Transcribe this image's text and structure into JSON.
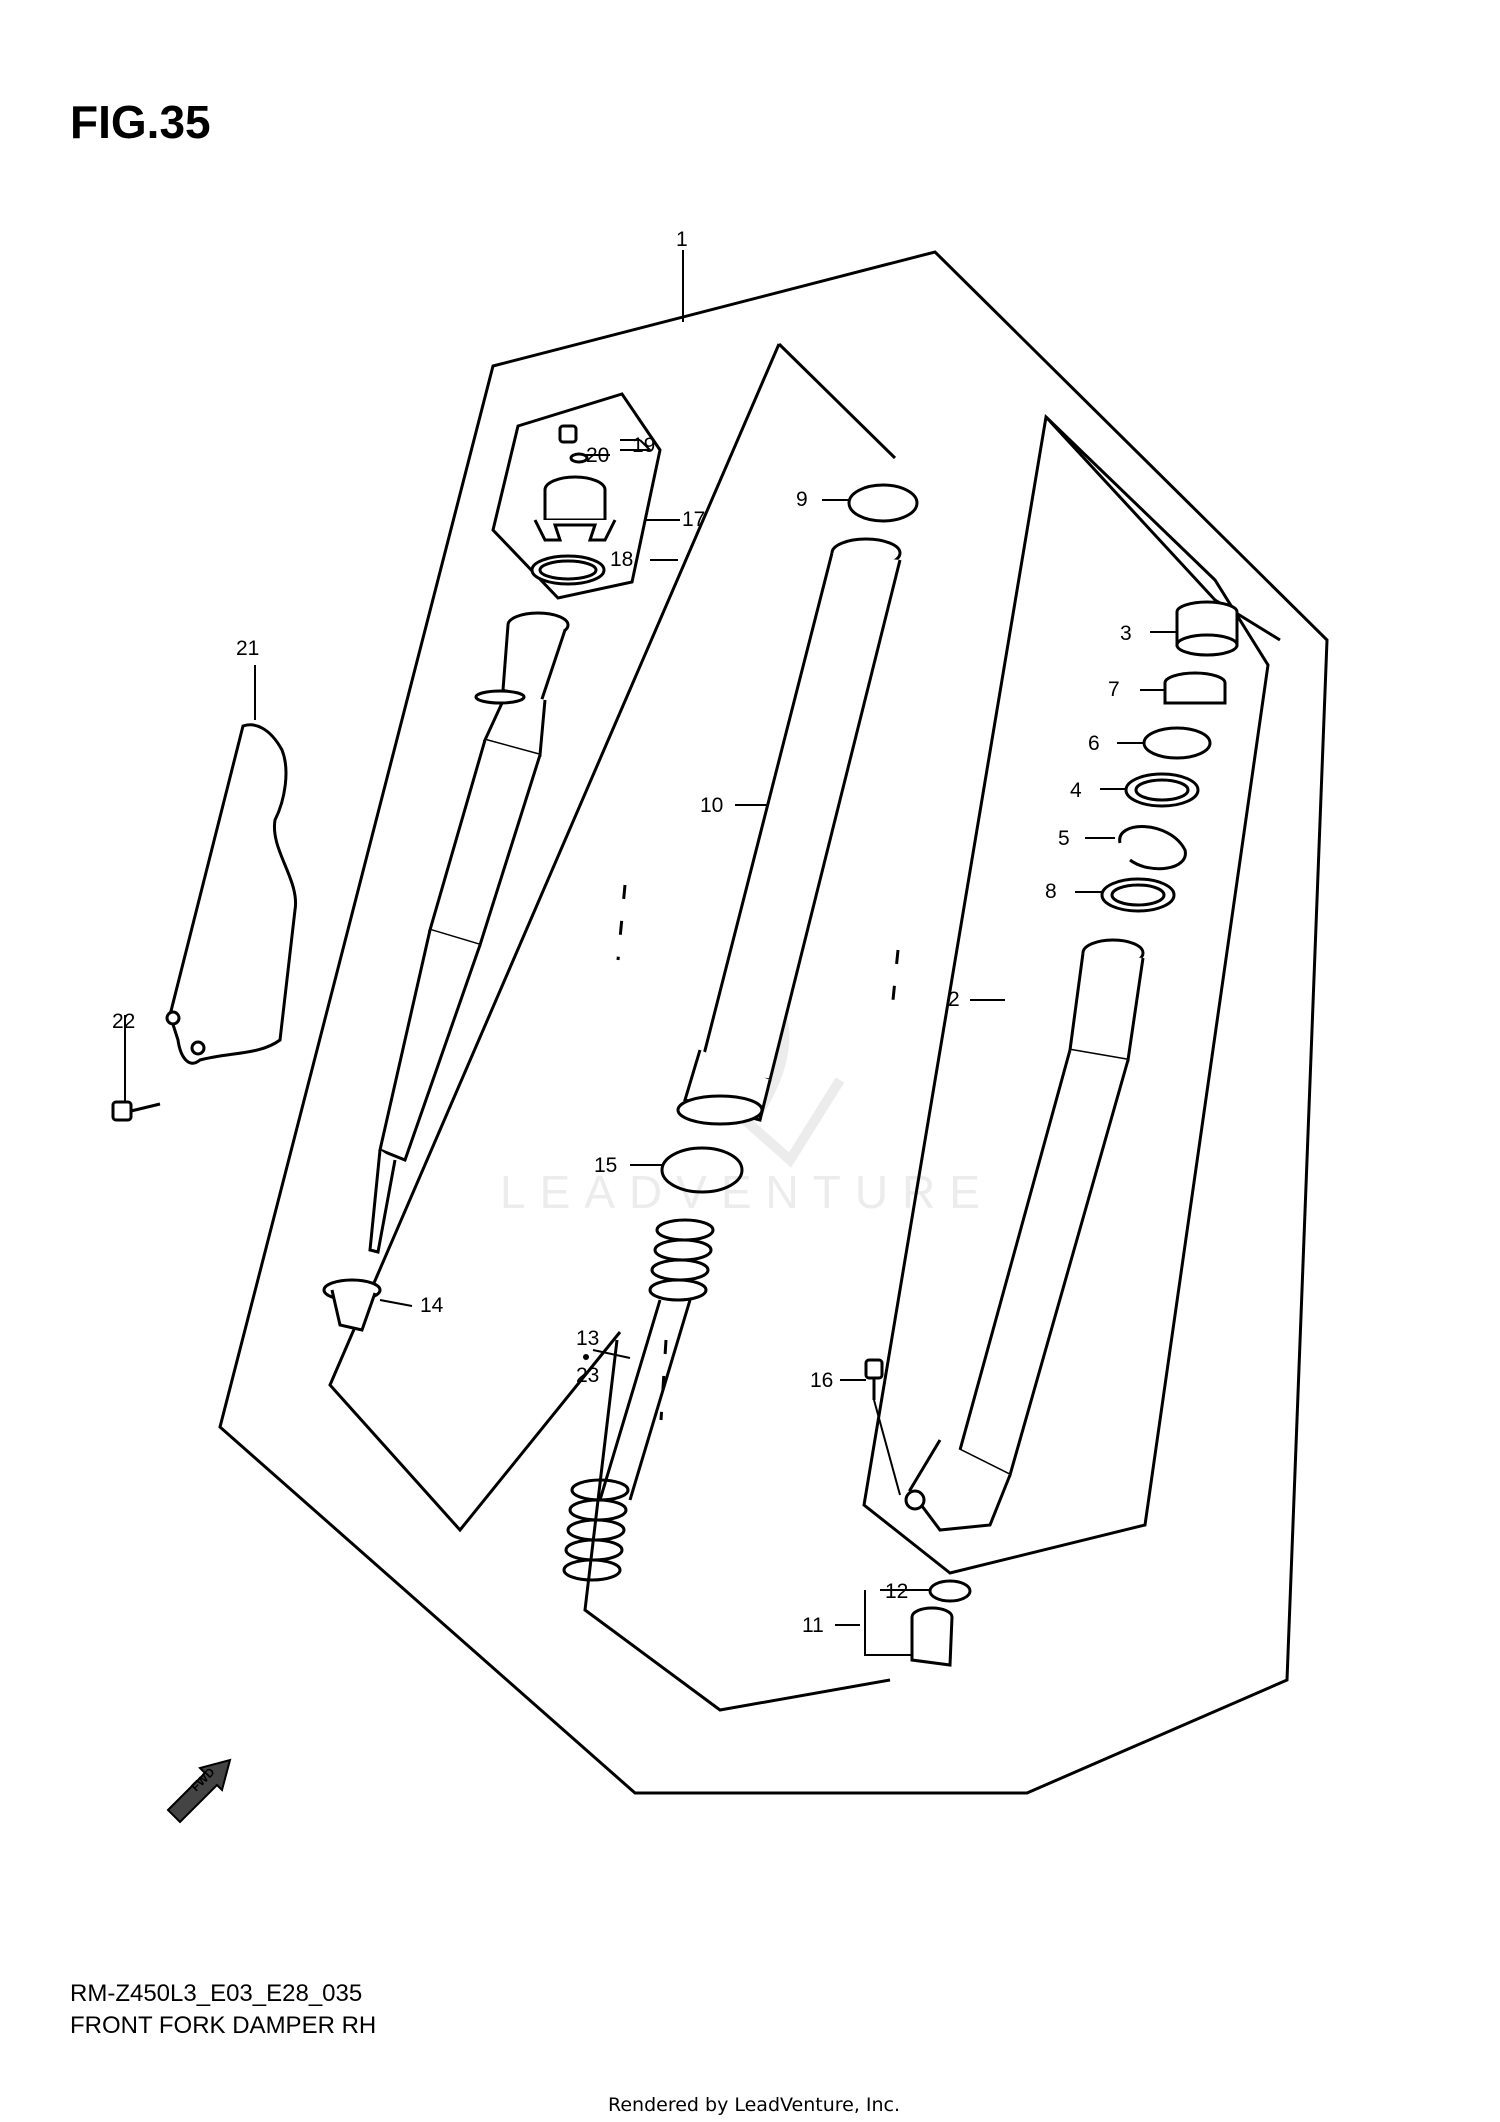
{
  "figure": {
    "title": "FIG.35",
    "code": "RM-Z450L3_E03_E28_035",
    "caption": "FRONT FORK DAMPER RH",
    "footer": "Rendered by LeadVenture, Inc.",
    "watermark": "LEADVENTURE",
    "fwd_label": "FWD"
  },
  "callouts": {
    "c1": "1",
    "c2": "2",
    "c3": "3",
    "c4": "4",
    "c5": "5",
    "c6": "6",
    "c7": "7",
    "c8": "8",
    "c9": "9",
    "c10": "10",
    "c11": "11",
    "c12": "12",
    "c13": "13",
    "c14": "14",
    "c15": "15",
    "c16": "16",
    "c17": "17",
    "c18": "18",
    "c19": "19",
    "c20": "20",
    "c21": "21",
    "c22": "22",
    "c23": "23"
  }
}
